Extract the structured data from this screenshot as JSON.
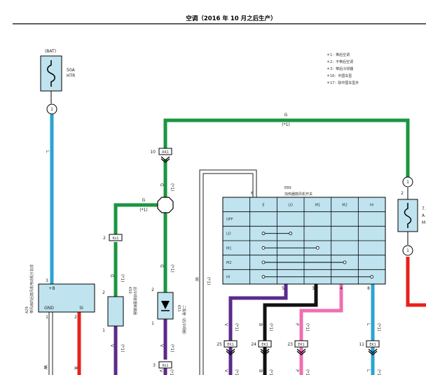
{
  "page_title": "空调（2016 年 10 月之后生产）",
  "notes": [
    "＊1：带后空调",
    "＊2：不带后空调",
    "＊3：带后冷却器",
    "＊16：中国车型",
    "＊17：除中国车型外"
  ],
  "battery": {
    "label": "(BAT)",
    "fuse_amp": "50A",
    "fuse_name": "HTR",
    "pin": "1"
  },
  "fuse2": {
    "amp": "7.",
    "name": "A",
    "extra": "M",
    "pin_top": "1",
    "pin_bottom": "1",
    "pin_side": "2"
  },
  "wires": {
    "green_main": {
      "color": "G",
      "note": "(*1)"
    },
    "green_branch": {
      "color": "G",
      "note": "(*1)"
    },
    "blue_L": "L",
    "green_vert_G": "G",
    "green_vert_G2": "G",
    "green_note": "(*1)",
    "green_note2": "(*1)",
    "violet_V1": "V",
    "violet_V2": "V",
    "violet_note": "(*1)",
    "violet_note2": "(*1)",
    "red_R": "R",
    "white_W": "W",
    "white_W2": "W",
    "white_note": "(*1)"
  },
  "connectors": {
    "ak1": {
      "pin": "10",
      "name": "AK1"
    },
    "ks1a": {
      "pin": "2",
      "name": "Ks1"
    },
    "ks1b": {
      "pin": "3",
      "name": "Ks1"
    },
    "ek1": [
      {
        "pin": "25",
        "name": "EK1"
      },
      {
        "pin": "24",
        "name": "EK1"
      },
      {
        "pin": "23",
        "name": "EK1"
      },
      {
        "pin": "11",
        "name": "EK1"
      }
    ]
  },
  "blower_unit": {
    "code": "A29",
    "name": "带风扇的后鼓风机电动机分总成",
    "pin_b": "+B",
    "pin_gnd": "GND",
    "pin_si": "SI",
    "pin3": "3",
    "pin1": "1",
    "pin2": "2"
  },
  "relay": {
    "code": "K50",
    "name": "后冷却装置断路器",
    "pin1": "1",
    "pin2": "2"
  },
  "diode": {
    "code": "K51",
    "name": "二极管（后冷却器）",
    "pin1": "1",
    "pin2": "2"
  },
  "switch_e89": {
    "code": "E89",
    "name": "加热器鼓风机开关",
    "pin6": "6",
    "columns": [
      "E",
      "LO",
      "M1",
      "M2",
      "HI"
    ],
    "rows": [
      "OFF",
      "LO",
      "M1",
      "M2",
      "HI"
    ],
    "out_pins": [
      "5",
      "3",
      "4",
      "8"
    ]
  },
  "colors": {
    "green": "#1a9640",
    "blue": "#2aa3d3",
    "violet": "#5b2a8a",
    "black": "#111111",
    "pink": "#ee6fb0",
    "red": "#e8211b",
    "comp_fill": "#bfe3ef"
  }
}
